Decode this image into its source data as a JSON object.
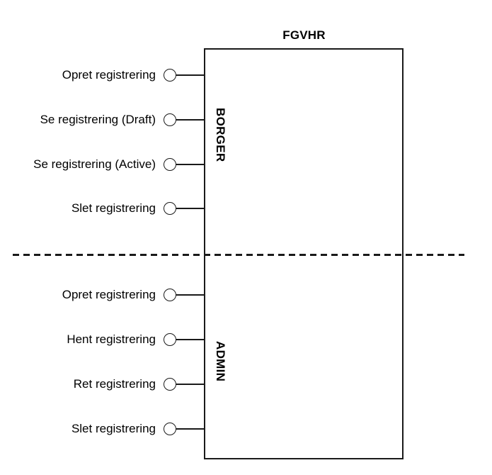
{
  "diagram": {
    "component_title": "FGVHR",
    "partitions": [
      {
        "name": "BORGER",
        "interfaces": [
          {
            "label": "Opret registrering"
          },
          {
            "label": "Se registrering (Draft)"
          },
          {
            "label": "Se registrering (Active)"
          },
          {
            "label": "Slet registrering"
          }
        ]
      },
      {
        "name": "ADMIN",
        "interfaces": [
          {
            "label": "Opret registrering"
          },
          {
            "label": "Hent registrering"
          },
          {
            "label": "Ret registrering"
          },
          {
            "label": "Slet registrering"
          }
        ]
      }
    ],
    "colors": {
      "stroke": "#1a1a1a",
      "text": "#000000",
      "background": "#ffffff"
    }
  }
}
